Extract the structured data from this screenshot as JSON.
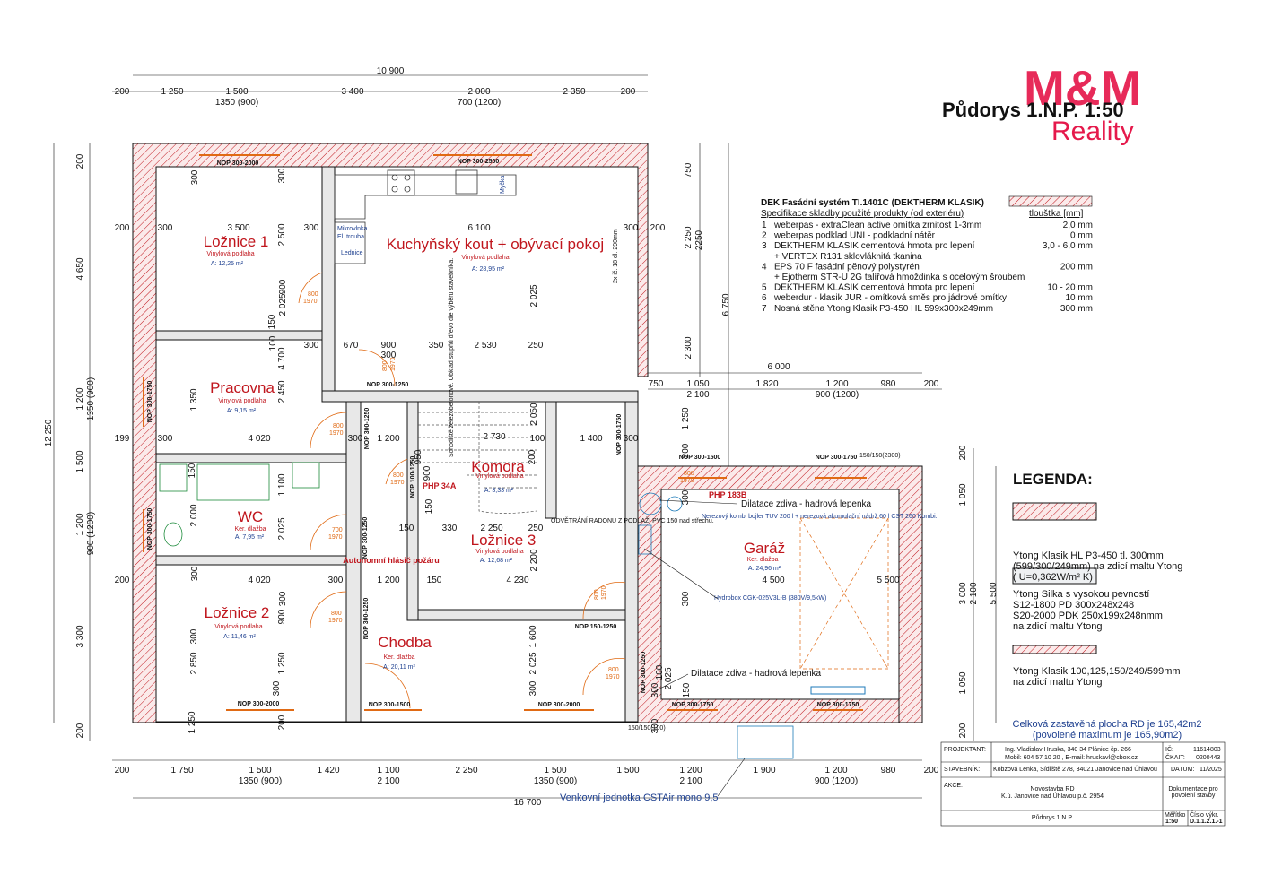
{
  "title": "Půdorys 1.N.P. 1:50",
  "logo": {
    "brand": "M&M",
    "sub": "Reality",
    "color": "#e5194b"
  },
  "colors": {
    "wall_hatch": "#c0161d",
    "accent_red": "#c0161d",
    "window_orange": "#e06a14",
    "blue_text": "#1d3f8f"
  },
  "dims_top": {
    "total": "10 900",
    "seg": [
      "200",
      "1 250",
      "1 500",
      "3 400",
      "2 000",
      "2 350",
      "200"
    ],
    "sub": [
      "1350 (900)",
      "700 (1200)"
    ]
  },
  "dims_bottom": {
    "total": "16 700",
    "seg": [
      "200",
      "1 750",
      "1 500",
      "1 420",
      "1 100",
      "2 250",
      "1 500",
      "1 500",
      "1 200",
      "1 900",
      "1 200",
      "980",
      "200"
    ],
    "sub": [
      "1350 (900)",
      "2 100",
      "1350 (900)",
      "2 100",
      "900 (1200)"
    ]
  },
  "dims_left": {
    "total": "12 250",
    "seg": [
      "200",
      "4 650",
      "1 200",
      "1 500",
      "1 200",
      "3 300",
      "200"
    ],
    "sub": [
      "1350 (900)",
      "900 (1200)"
    ],
    "misc": [
      "200",
      "199",
      "200"
    ]
  },
  "dims_right": {
    "a": [
      "750",
      "2 250",
      "2 300",
      "6 750",
      "2250"
    ],
    "garage_top": [
      "6 000",
      "750",
      "1 050",
      "1 820",
      "1 200",
      "980",
      "200",
      "2 100",
      "900 (1200)"
    ],
    "garage_side": [
      "200",
      "1 050",
      "3 000",
      "2 100",
      "5 500",
      "1 050",
      "200"
    ],
    "detail": [
      "150/150(2300)",
      "150/150(100)"
    ]
  },
  "interior_dims": [
    "300",
    "3 500",
    "300",
    "6 100",
    "300",
    "200",
    "300",
    "2 500",
    "300",
    "2 025",
    "900",
    "300",
    "670",
    "900",
    "350",
    "2 530",
    "250",
    "300",
    "2 025",
    "4 700",
    "1 350",
    "2 450",
    "100",
    "150",
    "300",
    "4 020",
    "300",
    "1 200",
    "2 730",
    "1 400",
    "300",
    "200",
    "1 100",
    "2 000",
    "2 025",
    "150",
    "330",
    "2 250",
    "250",
    "200",
    "4 020",
    "300",
    "1 200",
    "150",
    "4 230",
    "2 200",
    "300",
    "2 850",
    "1 250",
    "300",
    "2 025",
    "1 600",
    "150",
    "300",
    "4 500",
    "5 500",
    "300",
    "100",
    "900",
    "950",
    "150",
    "150",
    "300",
    "300",
    "300",
    "300",
    "300",
    "100",
    "2 050",
    "1 250",
    "2 025",
    "900",
    "1 250",
    "200"
  ],
  "rooms": [
    {
      "name": "Ložnice 1",
      "floor": "Vinylová podlaha",
      "area": "A: 12,25 m²"
    },
    {
      "name": "Kuchyňský kout + obývací pokoj",
      "floor": "Vinylová podlaha",
      "area": "A: 28,95 m²"
    },
    {
      "name": "Pracovna",
      "floor": "Vinylová podlaha",
      "area": "A: 9,15 m²"
    },
    {
      "name": "Komora",
      "floor": "Vinylová podlaha",
      "area": "A: 3,33 m²"
    },
    {
      "name": "WC",
      "floor": "Ker. dlažba",
      "area": "A: 7,95 m²"
    },
    {
      "name": "Ložnice 3",
      "floor": "Vinylová podlaha",
      "area": "A: 12,68 m²"
    },
    {
      "name": "Garáž",
      "floor": "Ker. dlažba",
      "area": "A: 24,96 m²"
    },
    {
      "name": "Ložnice 2",
      "floor": "Vinylová podlaha",
      "area": "A: 11,46 m²"
    },
    {
      "name": "Chodba",
      "floor": "Ker. dlažba",
      "area": "A: 20,11 m²"
    }
  ],
  "nops": [
    "NOP 300-2000",
    "NOP 300-2500",
    "NOP 300-1250",
    "NOP 300-1750",
    "NOP 300-1750",
    "NOP 300-1250",
    "NOP 100-1250",
    "NOP 300-1250",
    "NOP 300-1750",
    "NOP 300-1500",
    "NOP 150-1250",
    "NOP 300-1250",
    "NOP 300-2000",
    "NOP 300-1500",
    "NOP 300-2000",
    "NOP 300-1750",
    "NOP 300-1750",
    "NOP 300-1250",
    "NOP 300-1750"
  ],
  "doors": [
    {
      "w": "800",
      "h": "1970"
    },
    {
      "w": "800",
      "h": "1970"
    },
    {
      "w": "800",
      "h": "1970"
    },
    {
      "w": "800",
      "h": "1970"
    },
    {
      "w": "700",
      "h": "1970"
    },
    {
      "w": "800",
      "h": "1970"
    },
    {
      "w": "800",
      "h": "1970"
    },
    {
      "w": "800",
      "h": "1970"
    },
    {
      "w": "800",
      "h": "1970"
    }
  ],
  "fixtures": {
    "microwave": "Mikrovlnka",
    "oven": "El. trouba",
    "fridge": "Lednice",
    "dishwasher": "Myčka"
  },
  "stairs": {
    "label": "2x ič. 18 dl. 290mm"
  },
  "notes": {
    "php1": "PHP 34A",
    "php2": "PHP 183B",
    "alarm": "Autonomní hlásič požáru",
    "stair_note": "Schodiště železobetonové. Obklad stupňů dřevo dle výběru stavebníka.",
    "radon": "ODVĚTRÁNÍ RADONU Z PODLAŽÍ PVC 150 nad střechu.",
    "joint1": "Dilatace zdiva - hadrová lepenka",
    "joint2": "Dilatace zdiva - hadrová lepenka",
    "boiler": "Nerezový kombi bojler TUV 200 l + nerezová akumulační nádrž 60 l CST 260 Kombi.",
    "hydrobox": "Hydrobox CGK-025V3L-B (380V/9,5kW)",
    "outdoor": "Venkovní jednotka CSTAir mono 9,5",
    "area_total": "Celková zastavěná plocha RD je 165,42m2",
    "area_max": "(povolené maximum je  165,90m2)"
  },
  "spec": {
    "title": "DEK Fasádní systém TI.1401C (DEKTHERM KLASIK)",
    "head_left": "Specifikace skladby použité produkty (od exteriéru)",
    "head_right": "tloušťka [mm]",
    "rows": [
      {
        "n": "1",
        "t": "weberpas - extraClean active  omítka zrnitost 1-3mm",
        "v": "2,0 mm"
      },
      {
        "n": "2",
        "t": "weberpas podklad UNI - podkladní nátěr",
        "v": "0 mm"
      },
      {
        "n": "3",
        "t": "DEKTHERM KLASIK cementová hmota pro lepení",
        "v": "3,0 - 6,0 mm"
      },
      {
        "n": "",
        "t": "+  VERTEX R131    sklovláknitá tkanina",
        "v": ""
      },
      {
        "n": "4",
        "t": "EPS 70 F  fasádní pěnový polystyrén",
        "v": "200 mm"
      },
      {
        "n": "",
        "t": "+ Ejotherm STR-U 2G talířová hmoždinka s ocelovým šroubem",
        "v": ""
      },
      {
        "n": "5",
        "t": "DEKTHERM KLASIK     cementová hmota pro lepení",
        "v": "10 - 20 mm"
      },
      {
        "n": "6",
        "t": "weberdur - klasik JUR - omítková směs pro jádrové omítky",
        "v": "10 mm"
      },
      {
        "n": "7",
        "t": "Nosná stěna Ytong Klasik P3-450 HL 599x300x249mm",
        "v": "300 mm"
      }
    ]
  },
  "legend": {
    "title": "LEGENDA:",
    "items": [
      {
        "lines": [
          "Ytong Klasik HL P3-450     tl. 300mm",
          "(599/300/249mm)  na zdicí maltu Ytong",
          "( U=0,362W/m² K)"
        ]
      },
      {
        "lines": [
          "Ytong Silka s vysokou pevností",
          "S12-1800 PD 300x248x248",
          "S20-2000 PDK 250x199x248nmm",
          "na zdicí maltu Ytong"
        ]
      },
      {
        "lines": [
          "Ytong Klasik 100,125,150/249/599mm",
          "na zdicí maltu Ytong"
        ]
      }
    ]
  },
  "titleblock": {
    "projektant_label": "PROJEKTANT:",
    "projektant": "Ing. Vladislav Hruska,  340 34  Plánice  čp. 266",
    "projektant2": "Mobil: 604 57 10 20 ,    E-mail: hruskavl@cbox.cz",
    "ic_label": "IČ:",
    "ic": "11614803",
    "ckait_label": "ČKAIT:",
    "ckait": "0200443",
    "stavebnik_label": "STAVEBNÍK:",
    "stavebnik": "Kobzová Lenka, Sídliště 278, 34021 Janovice nad Úhlavou",
    "datum_label": "DATUM:",
    "datum": "11/2025",
    "akce_label": "AKCE:",
    "akce1": "Novostavba RD",
    "akce2": "K.ú. Janovice nad Úhlavou p.č. 2954",
    "doc1": "Dokumentace pro",
    "doc2": "povolení stavby",
    "sheet": "Půdorys 1.N.P.",
    "scale_label": "Měřítko",
    "scale": "1:50",
    "num_label": "Číslo výkr.",
    "num": "D.1.1.2.1.-1"
  }
}
